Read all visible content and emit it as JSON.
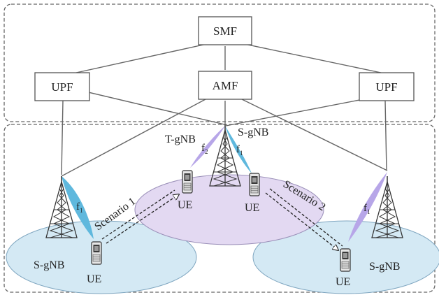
{
  "core": {
    "smf": "SMF",
    "amf": "AMF",
    "upf_left": "UPF",
    "upf_right": "UPF"
  },
  "gnb": {
    "left": "S-gNB",
    "center_target": "T-gNB",
    "center_source": "S-gNB",
    "right": "S-gNB"
  },
  "ue": {
    "left": "UE",
    "center_left": "UE",
    "center_right": "UE",
    "right": "UE"
  },
  "frequencies": {
    "f1_left": "f",
    "f1_left_sub": "1",
    "f2_center": "f",
    "f2_center_sub": "2",
    "f1_center": "f",
    "f1_center_sub": "1",
    "f1_right": "f",
    "f1_right_sub": "1"
  },
  "scenarios": {
    "one": "Scenario 1",
    "two": "Scenario 2"
  },
  "colors": {
    "cell_blue": "#d4e9f4",
    "cell_purple": "#e3d9f2",
    "beam_blue": "#5fb8dd",
    "beam_purple": "#b7a6e8",
    "line": "#666666"
  }
}
